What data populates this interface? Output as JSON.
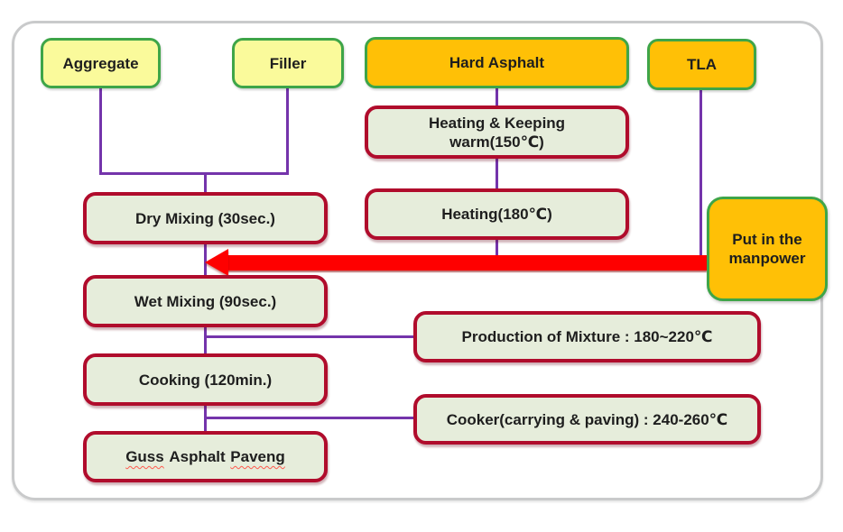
{
  "colors": {
    "yellow_fill": "#fafa9b",
    "orange_fill": "#ffc006",
    "green_border": "#3ea548",
    "light_green_fill": "#e6eddb",
    "red_border": "#b00c2c",
    "purple_connector": "#7434ab",
    "arrow_red": "#fe0000",
    "frame_border": "#c9cacb"
  },
  "nodes": {
    "aggregate": {
      "label": "Aggregate"
    },
    "filler": {
      "label": "Filler"
    },
    "hard_asphalt": {
      "label": "Hard Asphalt"
    },
    "tla": {
      "label": "TLA"
    },
    "heating_keeping": {
      "line1": "Heating & Keeping",
      "line2": "warm(150℃)"
    },
    "heating": {
      "label": "Heating(180℃)"
    },
    "dry_mixing": {
      "label": "Dry Mixing (30sec.)"
    },
    "put_in_manpower": {
      "line1": "Put in the",
      "line2": "manpower"
    },
    "wet_mixing": {
      "label": "Wet Mixing (90sec.)"
    },
    "production_of_mixture": {
      "label": "Production of Mixture : 180~220℃"
    },
    "cooking": {
      "label": "Cooking (120min.)"
    },
    "cooker": {
      "label": "Cooker(carrying & paving) : 240-260℃"
    },
    "guss_asphalt_paving": {
      "word1": "Guss",
      "word2": "Asphalt",
      "word3": "Paveng"
    }
  }
}
